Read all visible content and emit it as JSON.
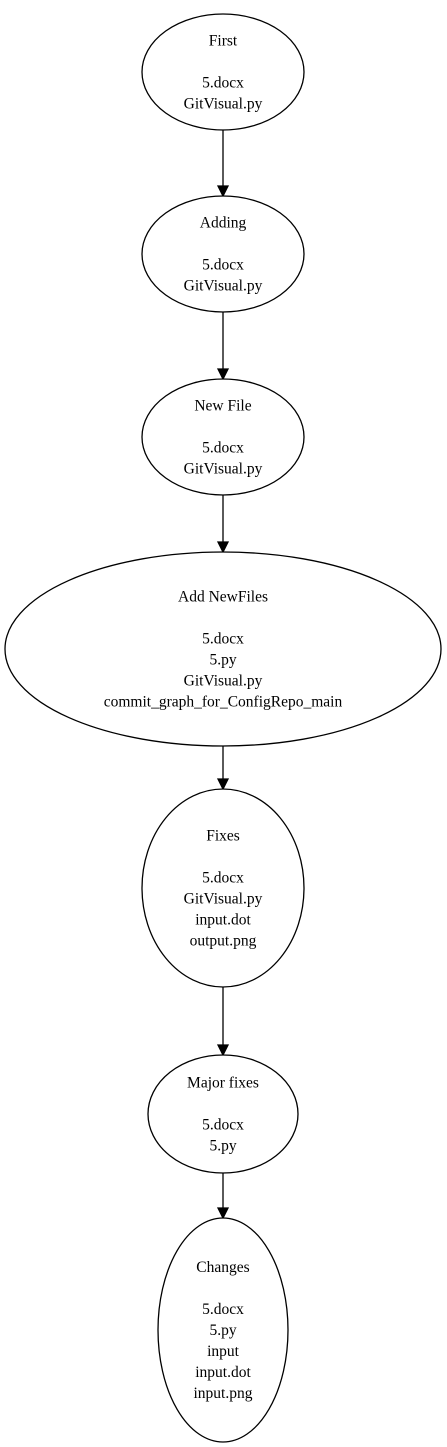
{
  "diagram": {
    "nodes": [
      {
        "id": "first",
        "title": "First",
        "files": [
          "5.docx",
          "GitVisual.py"
        ]
      },
      {
        "id": "adding",
        "title": "Adding",
        "files": [
          "5.docx",
          "GitVisual.py"
        ]
      },
      {
        "id": "new-file",
        "title": "New File",
        "files": [
          "5.docx",
          "GitVisual.py"
        ]
      },
      {
        "id": "add-newfiles",
        "title": "Add NewFiles",
        "files": [
          "5.docx",
          "5.py",
          "GitVisual.py",
          "commit_graph_for_ConfigRepo_main"
        ]
      },
      {
        "id": "fixes",
        "title": "Fixes",
        "files": [
          "5.docx",
          "GitVisual.py",
          "input.dot",
          "output.png"
        ]
      },
      {
        "id": "major-fixes",
        "title": "Major fixes",
        "files": [
          "5.docx",
          "5.py"
        ]
      },
      {
        "id": "changes",
        "title": "Changes",
        "files": [
          "5.docx",
          "5.py",
          "input",
          "input.dot",
          "input.png"
        ]
      }
    ],
    "edges": [
      {
        "from": "first",
        "to": "adding"
      },
      {
        "from": "adding",
        "to": "new-file"
      },
      {
        "from": "new-file",
        "to": "add-newfiles"
      },
      {
        "from": "add-newfiles",
        "to": "fixes"
      },
      {
        "from": "fixes",
        "to": "major-fixes"
      },
      {
        "from": "major-fixes",
        "to": "changes"
      }
    ]
  }
}
